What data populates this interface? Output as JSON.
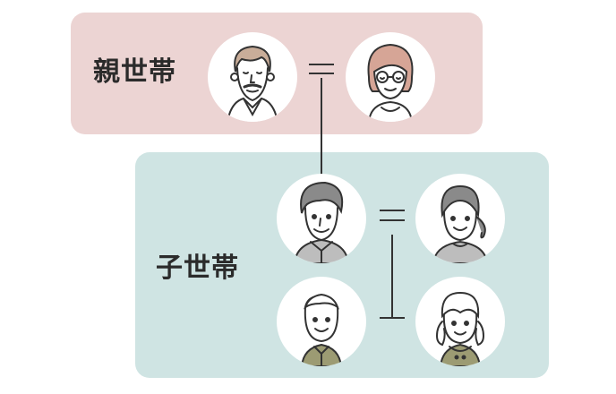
{
  "parent_generation": {
    "label": "親世帯",
    "members": [
      {
        "role": "grandfather",
        "icon": "grandfather-icon"
      },
      {
        "role": "grandmother",
        "icon": "grandmother-icon"
      }
    ]
  },
  "child_generation": {
    "label": "子世帯",
    "members": [
      {
        "role": "father",
        "icon": "father-icon"
      },
      {
        "role": "mother",
        "icon": "mother-icon"
      },
      {
        "role": "son",
        "icon": "boy-icon"
      },
      {
        "role": "daughter",
        "icon": "girl-icon"
      }
    ]
  },
  "colors": {
    "parent_panel": "#ecd4d3",
    "child_panel": "#cfe4e3",
    "line": "#333333",
    "text": "#2b2b2b"
  }
}
